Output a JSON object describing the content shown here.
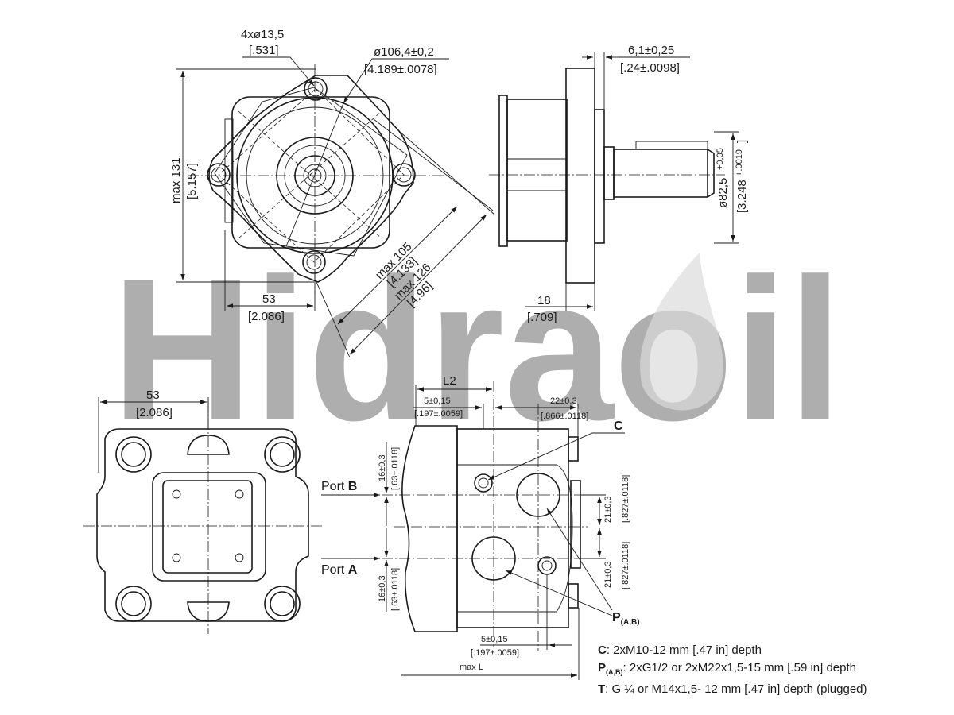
{
  "watermark": {
    "text": "Hidraoil",
    "green": "#8cc63f",
    "gray": "#9a9a9a"
  },
  "top_front_view": {
    "holes": [
      "4xø13,5",
      "[.531]"
    ],
    "pilot": [
      "ø106,4±0,2",
      "[4.189±.0078]"
    ],
    "height": [
      "max 131",
      "[5.157]"
    ],
    "offset": [
      "53",
      "[2.086]"
    ],
    "diag_small": [
      "max 105",
      "[4.133]"
    ],
    "diag_large": [
      "max 126",
      "[4.96]"
    ]
  },
  "top_side_view": {
    "flange": [
      "6,1±0,25",
      "[.24±.0098]"
    ],
    "shaft_main": "ø82,5",
    "shaft_tol": "+0,05",
    "shaft_in": "[3.248",
    "shaft_in_tol": "+.0019",
    "shaft_in_close": "]",
    "length": [
      "18",
      "[.709]"
    ]
  },
  "bottom_left_view": {
    "width": [
      "53",
      "[2.086]"
    ]
  },
  "bottom_right_view": {
    "L2": "L2",
    "top_offset": [
      "5±0,15",
      "[.197±.0059]"
    ],
    "right_offset": [
      "22±0,3",
      "[.866±.0118]"
    ],
    "bottom_offset": [
      "5±0,15",
      "[.197±.0059]"
    ],
    "left_upper": [
      "16±0,3",
      "[.63±.0118]"
    ],
    "left_lower": [
      "16±0,3",
      "[.63±.0118]"
    ],
    "right_upper": [
      "21±0,3",
      "[.827±.0118]"
    ],
    "right_lower": [
      "21±0,3",
      "[.827±.0118]"
    ],
    "max_L": "max L",
    "port_B": [
      "Port",
      "B"
    ],
    "port_A": [
      "Port",
      "A"
    ],
    "label_C": "C",
    "label_P": "P",
    "label_P_sub": "(A,B)"
  },
  "notes": [
    {
      "key": "C",
      "sub": "",
      "text": ": 2xM10-12 mm [.47 in] depth"
    },
    {
      "key": "P",
      "sub": "(A,B)",
      "text": ": 2xG1/2 or 2xM22x1,5-15 mm [.59 in] depth"
    },
    {
      "key": "T",
      "sub": "",
      "text": ": G ¼ or M14x1,5- 12 mm [.47 in] depth (plugged)"
    }
  ]
}
